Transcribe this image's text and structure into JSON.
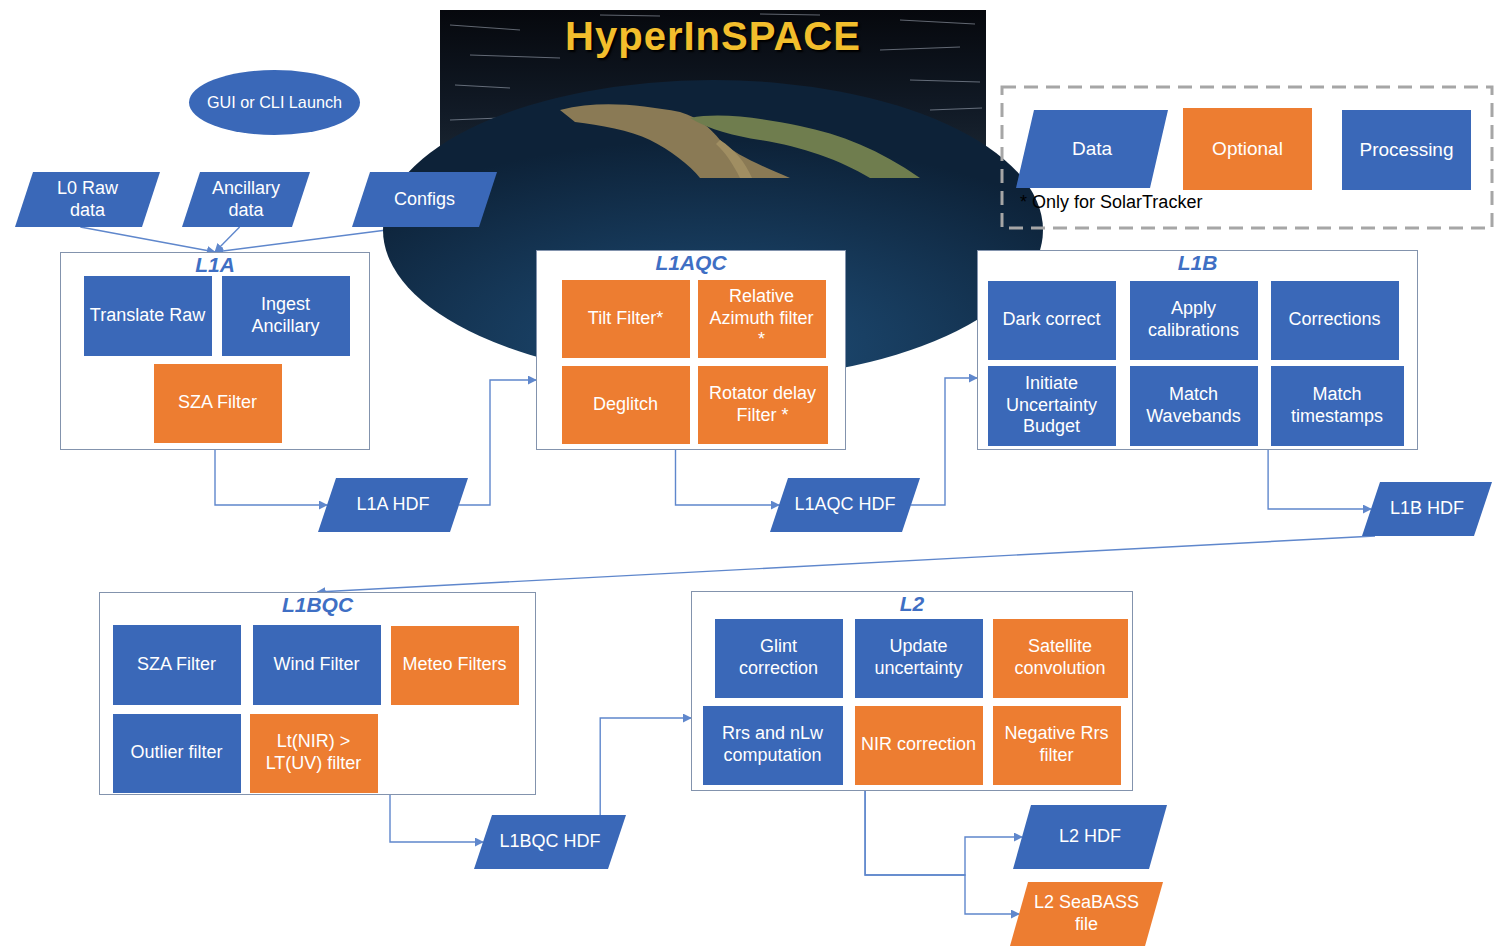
{
  "diagram": {
    "title": "HyperInSPACE",
    "nodes": [
      {
        "text": [
          "GUI or CLI Launch"
        ]
      },
      {
        "text": [
          "L0 Raw data"
        ]
      },
      {
        "text": [
          "Ancillary data"
        ]
      },
      {
        "text": [
          "Configs"
        ]
      },
      {
        "text": [
          "L1A"
        ]
      },
      {
        "text": [
          "Translate Raw"
        ],
        "in": 4
      },
      {
        "text": [
          "Ingest Ancillary"
        ],
        "in": 4
      },
      {
        "text": [
          "SZA Filter"
        ],
        "in": 4
      },
      {
        "text": [
          "L1A HDF"
        ]
      },
      {
        "text": [
          "L1AQC"
        ]
      },
      {
        "text": [
          "Tilt Filter*"
        ],
        "in": 9
      },
      {
        "text": [
          "Relative Azimuth filter *"
        ],
        "in": 9
      },
      {
        "text": [
          "Deglitch"
        ],
        "in": 9
      },
      {
        "text": [
          "Rotator delay Filter *"
        ],
        "in": 9
      },
      {
        "text": [
          "L1AQC HDF"
        ]
      },
      {
        "text": [
          "L1B"
        ]
      },
      {
        "text": [
          "Dark correct"
        ],
        "in": 15
      },
      {
        "text": [
          "Apply calibrations"
        ],
        "in": 15
      },
      {
        "text": [
          "Corrections"
        ],
        "in": 15
      },
      {
        "text": [
          "Initiate Uncertainty Budget"
        ],
        "in": 15
      },
      {
        "text": [
          "Match Wavebands"
        ],
        "in": 15
      },
      {
        "text": [
          "Match timestamps"
        ],
        "in": 15
      },
      {
        "text": [
          "L1B HDF"
        ]
      },
      {
        "text": [
          "L1BQC"
        ]
      },
      {
        "text": [
          "SZA Filter"
        ],
        "in": 23
      },
      {
        "text": [
          "Wind Filter"
        ],
        "in": 23
      },
      {
        "text": [
          "Meteo Filters"
        ],
        "in": 23
      },
      {
        "text": [
          "Outlier filter"
        ],
        "in": 23
      },
      {
        "text": [
          "Lt(NIR) > LT(UV) filter"
        ],
        "in": 23
      },
      {
        "text": [
          "L1BQC HDF"
        ]
      },
      {
        "text": [
          "L2"
        ]
      },
      {
        "text": [
          "Glint correction"
        ],
        "in": 30
      },
      {
        "text": [
          "Update uncertainty"
        ],
        "in": 30
      },
      {
        "text": [
          "Satellite convolution"
        ],
        "in": 30
      },
      {
        "text": [
          "Rrs and nLw computation"
        ],
        "in": 30
      },
      {
        "text": [
          "NIR correction"
        ],
        "in": 30
      },
      {
        "text": [
          "Negative Rrs filter"
        ],
        "in": 30
      },
      {
        "text": [
          "L2 HDF"
        ]
      },
      {
        "text": [
          "L2 SeaBASS file"
        ]
      }
    ],
    "edges": [
      {
        "from": 1,
        "to": 4,
        "arrow": "to"
      },
      {
        "from": 2,
        "to": 4,
        "arrow": "to"
      },
      {
        "from": 3,
        "to": 4,
        "arrow": "to"
      },
      {
        "from": 4,
        "to": 8,
        "arrow": "to"
      },
      {
        "from": 8,
        "to": 9,
        "arrow": "to"
      },
      {
        "from": 9,
        "to": 14,
        "arrow": "to"
      },
      {
        "from": 14,
        "to": 15,
        "arrow": "to"
      },
      {
        "from": 15,
        "to": 22,
        "arrow": "to"
      },
      {
        "from": 22,
        "to": 23,
        "arrow": "to"
      },
      {
        "from": 23,
        "to": 29,
        "arrow": "to"
      },
      {
        "from": 29,
        "to": 30,
        "arrow": "to"
      },
      {
        "from": 30,
        "to": 37,
        "arrow": "to"
      },
      {
        "from": 30,
        "to": 38,
        "arrow": "to"
      }
    ],
    "labels": [
      "* Only for SolarTracker"
    ],
    "legend": [
      {
        "text": "Data",
        "color": "#3a68b8"
      },
      {
        "text": "Optional",
        "color": "#ed7d31"
      },
      {
        "text": "Processing",
        "color": "#3a68b8"
      }
    ]
  }
}
